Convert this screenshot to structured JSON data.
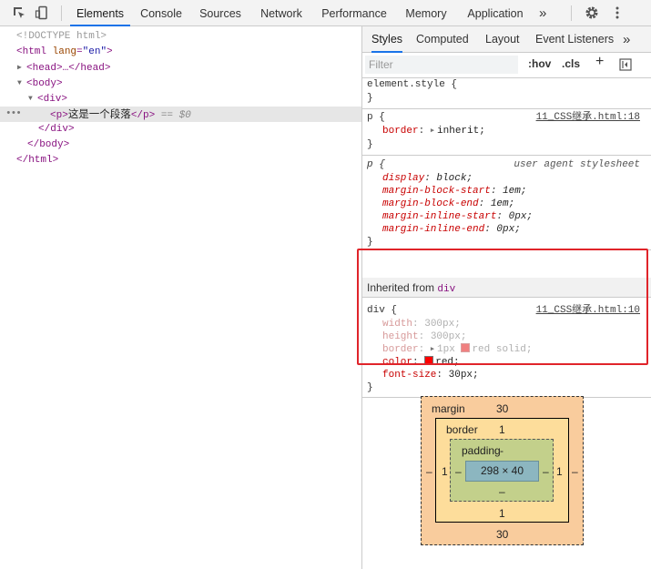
{
  "toolbar": {
    "tabs": [
      "Elements",
      "Console",
      "Sources",
      "Network",
      "Performance",
      "Memory",
      "Application"
    ],
    "more": "»",
    "icons": [
      "inspect-icon",
      "device-toggle-icon",
      "gear-icon",
      "kebab-menu-icon"
    ]
  },
  "dom": {
    "doctype": "<!DOCTYPE html>",
    "html_open_tag": "<html",
    "html_attr_name": "lang",
    "html_attr_value": "\"en\"",
    "html_close_bracket": ">",
    "head_collapsed": "<head>…</head>",
    "body_open": "<body>",
    "div_open": "<div>",
    "p_open": "<p>",
    "p_text": "这是一个段落",
    "p_close": "</p>",
    "selected_suffix": "== $0",
    "div_close": "</div>",
    "body_close": "</body>",
    "html_close": "</html>",
    "dots": "•••"
  },
  "styles": {
    "tabs": [
      "Styles",
      "Computed",
      "Layout",
      "Event Listeners"
    ],
    "more": "»",
    "filter_placeholder": "Filter",
    "hov": ":hov",
    "cls": ".cls",
    "plus": "+",
    "element_style": "element.style {",
    "close_brace": "}",
    "rule_p_selector": "p {",
    "rule_p_source": "11_CSS继承.html:18",
    "rule_p_prop": "border",
    "rule_p_val": "inherit;",
    "ua_selector": "p {",
    "ua_label": "user agent stylesheet",
    "ua_props": [
      {
        "name": "display",
        "value": "block;"
      },
      {
        "name": "margin-block-start",
        "value": "1em;"
      },
      {
        "name": "margin-block-end",
        "value": "1em;"
      },
      {
        "name": "margin-inline-start",
        "value": "0px;"
      },
      {
        "name": "margin-inline-end",
        "value": "0px;"
      }
    ],
    "inherited_label": "Inherited from",
    "inherited_from": "div",
    "div_selector": "div {",
    "div_source": "11_CSS继承.html:10",
    "div_props": [
      {
        "name": "width",
        "value": "300px;",
        "dim": true
      },
      {
        "name": "height",
        "value": "300px;",
        "dim": true
      },
      {
        "name": "border",
        "value": "1px",
        "value2": "red solid;",
        "dim": true
      },
      {
        "name": "color",
        "value": "red;",
        "dim": false
      },
      {
        "name": "font-size",
        "value": "30px;",
        "dim": false
      }
    ],
    "colors": {
      "red_swatch": "#ff0000",
      "dim_swatch": "#f08080",
      "accent": "#1a73e8",
      "highlight_box": "#e0242a"
    }
  },
  "boxmodel": {
    "margin_label": "margin",
    "margin_top": "30",
    "margin_bottom": "30",
    "margin_left": "–",
    "margin_right": "–",
    "border_label": "border",
    "border_top": "1",
    "border_bottom": "1",
    "border_left": "1",
    "border_right": "1",
    "padding_label": "padding",
    "padding_top": "-",
    "padding_bottom": "–",
    "padding_left": "–",
    "padding_right": "–",
    "content": "298 × 40"
  }
}
